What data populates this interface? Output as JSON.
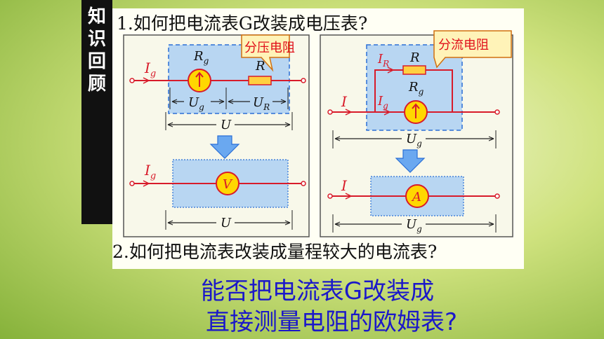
{
  "sidebar": {
    "title_chars": [
      "知",
      "识",
      "回",
      "顾"
    ]
  },
  "questions": {
    "q1": "1.如何把电流表G改装成电压表?",
    "q2": "2.如何把电流表改装成量程较大的电流表?"
  },
  "headline": {
    "line1": "能否把电流表G改装成",
    "line2": "直接测量电阻的欧姆表?"
  },
  "voltmeter_diagram": {
    "callout": "分压电阻",
    "labels": {
      "current": "I",
      "current_sub": "g",
      "galvanometer_r": "R",
      "galvanometer_r_sub": "g",
      "resistor": "R",
      "u_g": "U",
      "u_g_sub": "g",
      "u_r": "U",
      "u_r_sub": "R",
      "u_total": "U",
      "meter_symbol": "V"
    }
  },
  "ammeter_diagram": {
    "callout": "分流电阻",
    "labels": {
      "current_r": "I",
      "current_r_sub": "R",
      "resistor": "R",
      "galvanometer_r": "R",
      "galvanometer_r_sub": "g",
      "current_g": "I",
      "current_g_sub": "g",
      "current_main": "I",
      "u_g": "U",
      "u_g_sub": "g",
      "meter_symbol": "A"
    }
  },
  "colors": {
    "wire": "#d81b2a",
    "box_fill": "#b8d6f2",
    "box_dash": "#2a6fd6",
    "meter_fill": "#ffd700",
    "resistor_fill": "#ffd040",
    "callout_fill": "#fff3b8",
    "callout_text": "#e0101a",
    "arrow_fill": "#6aa8f0",
    "headline": "#1b18c9"
  }
}
